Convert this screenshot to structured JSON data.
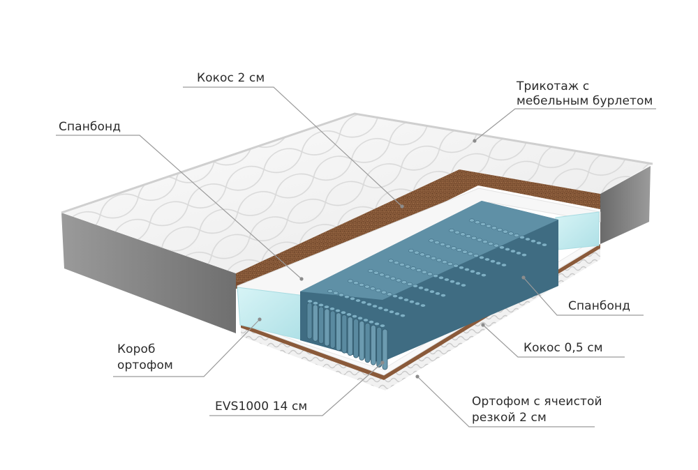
{
  "labels": {
    "coconut_top": "Кокос 2 см",
    "knit_line1": "Трикотаж с",
    "knit_line2": "мебельным бурлетом",
    "spunbond_top": "Спанбонд",
    "spunbond_right": "Спанбонд",
    "coconut_thin": "Кокос 0,5 см",
    "box_line1": "Короб",
    "box_line2": "ортофом",
    "springs": "EVS1000 14 см",
    "orthofoam_line1": "Ортофом с ячеистой",
    "orthofoam_line2": "резкой 2 см"
  },
  "colors": {
    "cover": "#f4f4f4",
    "side": "#8d8d8d",
    "coconut": "#8a5a3a",
    "foam": "#c6ecf0",
    "springs": "#4f7f95",
    "spunbond": "#f7f7f7",
    "leader": "#9a9a9a",
    "text": "#2a2a2a"
  }
}
